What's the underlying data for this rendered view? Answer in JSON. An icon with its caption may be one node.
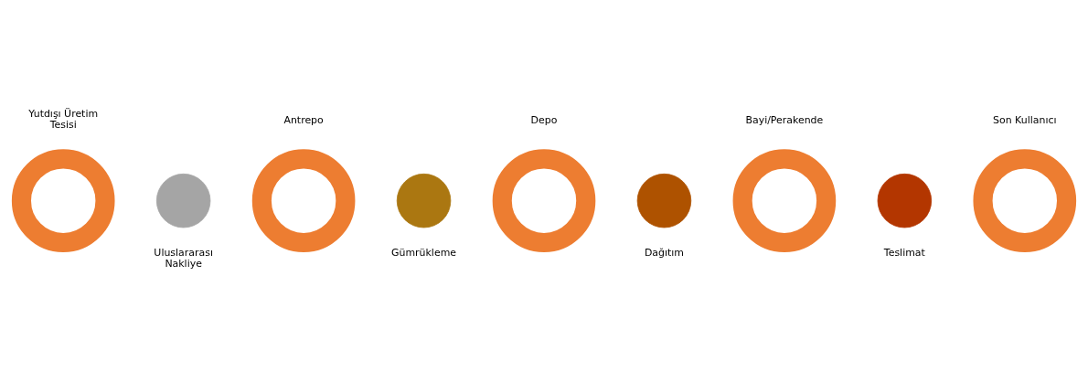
{
  "diagram": {
    "nodes": [
      {
        "text": [],
        "shape": "ring",
        "beside": [
          "Yutdışı Üretim Tesisi"
        ]
      },
      {
        "text": [],
        "shape": "circle",
        "beside": [
          "Uluslararası Nakliye"
        ]
      },
      {
        "text": [],
        "shape": "ring",
        "beside": [
          "Antrepo"
        ]
      },
      {
        "text": [],
        "shape": "circle",
        "beside": [
          "Gümrükleme"
        ]
      },
      {
        "text": [],
        "shape": "ring",
        "beside": [
          "Depo"
        ]
      },
      {
        "text": [],
        "shape": "circle",
        "beside": [
          "Dağıtım"
        ]
      },
      {
        "text": [],
        "shape": "ring",
        "beside": [
          "Bayi/Perakende"
        ]
      },
      {
        "text": [],
        "shape": "circle",
        "beside": [
          "Teslimat"
        ]
      },
      {
        "text": [],
        "shape": "ring",
        "beside": [
          "Son Kullanıcı"
        ]
      }
    ]
  }
}
